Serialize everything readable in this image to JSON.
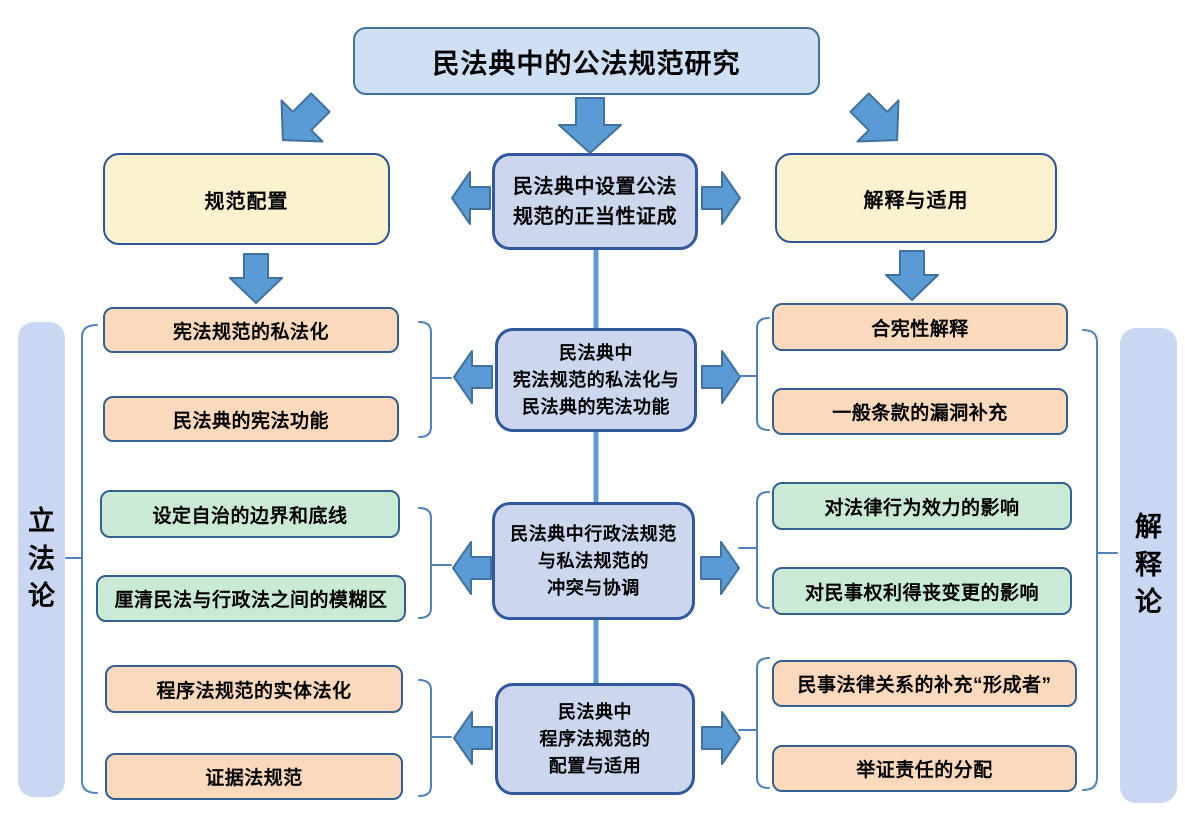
{
  "title": "民法典中的公法规范研究",
  "level2": {
    "left": "规范配置",
    "center": "民法典中设置公法\n规范的正当性证成",
    "right": "解释与适用"
  },
  "rows": [
    {
      "center": "民法典中\n宪法规范的私法化与\n民法典的宪法功能",
      "left_items": [
        "宪法规范的私法化",
        "民法典的宪法功能"
      ],
      "right_items": [
        "合宪性解释",
        "一般条款的漏洞补充"
      ]
    },
    {
      "center": "民法典中行政法规范\n与私法规范的\n冲突与协调",
      "left_items": [
        "设定自治的边界和底线",
        "厘清民法与行政法之间的模糊区"
      ],
      "right_items": [
        "对法律行为效力的影响",
        "对民事权利得丧变更的影响"
      ]
    },
    {
      "center": "民法典中\n程序法规范的\n配置与适用",
      "left_items": [
        "程序法规范的实体法化",
        "证据法规范"
      ],
      "right_items": [
        "民事法律关系的补充“形成者”",
        "举证责任的分配"
      ]
    }
  ],
  "side_left": "立法论",
  "side_right": "解释论",
  "colors": {
    "arrow_fill": "#5b9bd5",
    "arrow_stroke": "#41719c",
    "bracket": "#4f81bd",
    "title_fill": "#cfe0f5",
    "center_fill": "#ccd6ec",
    "yellow_fill": "#fdf2d0",
    "orange_fill": "#fbd9bd",
    "green_fill": "#c9ead5",
    "side_fill": "#c9d7f2",
    "box_border": "#365f91"
  }
}
